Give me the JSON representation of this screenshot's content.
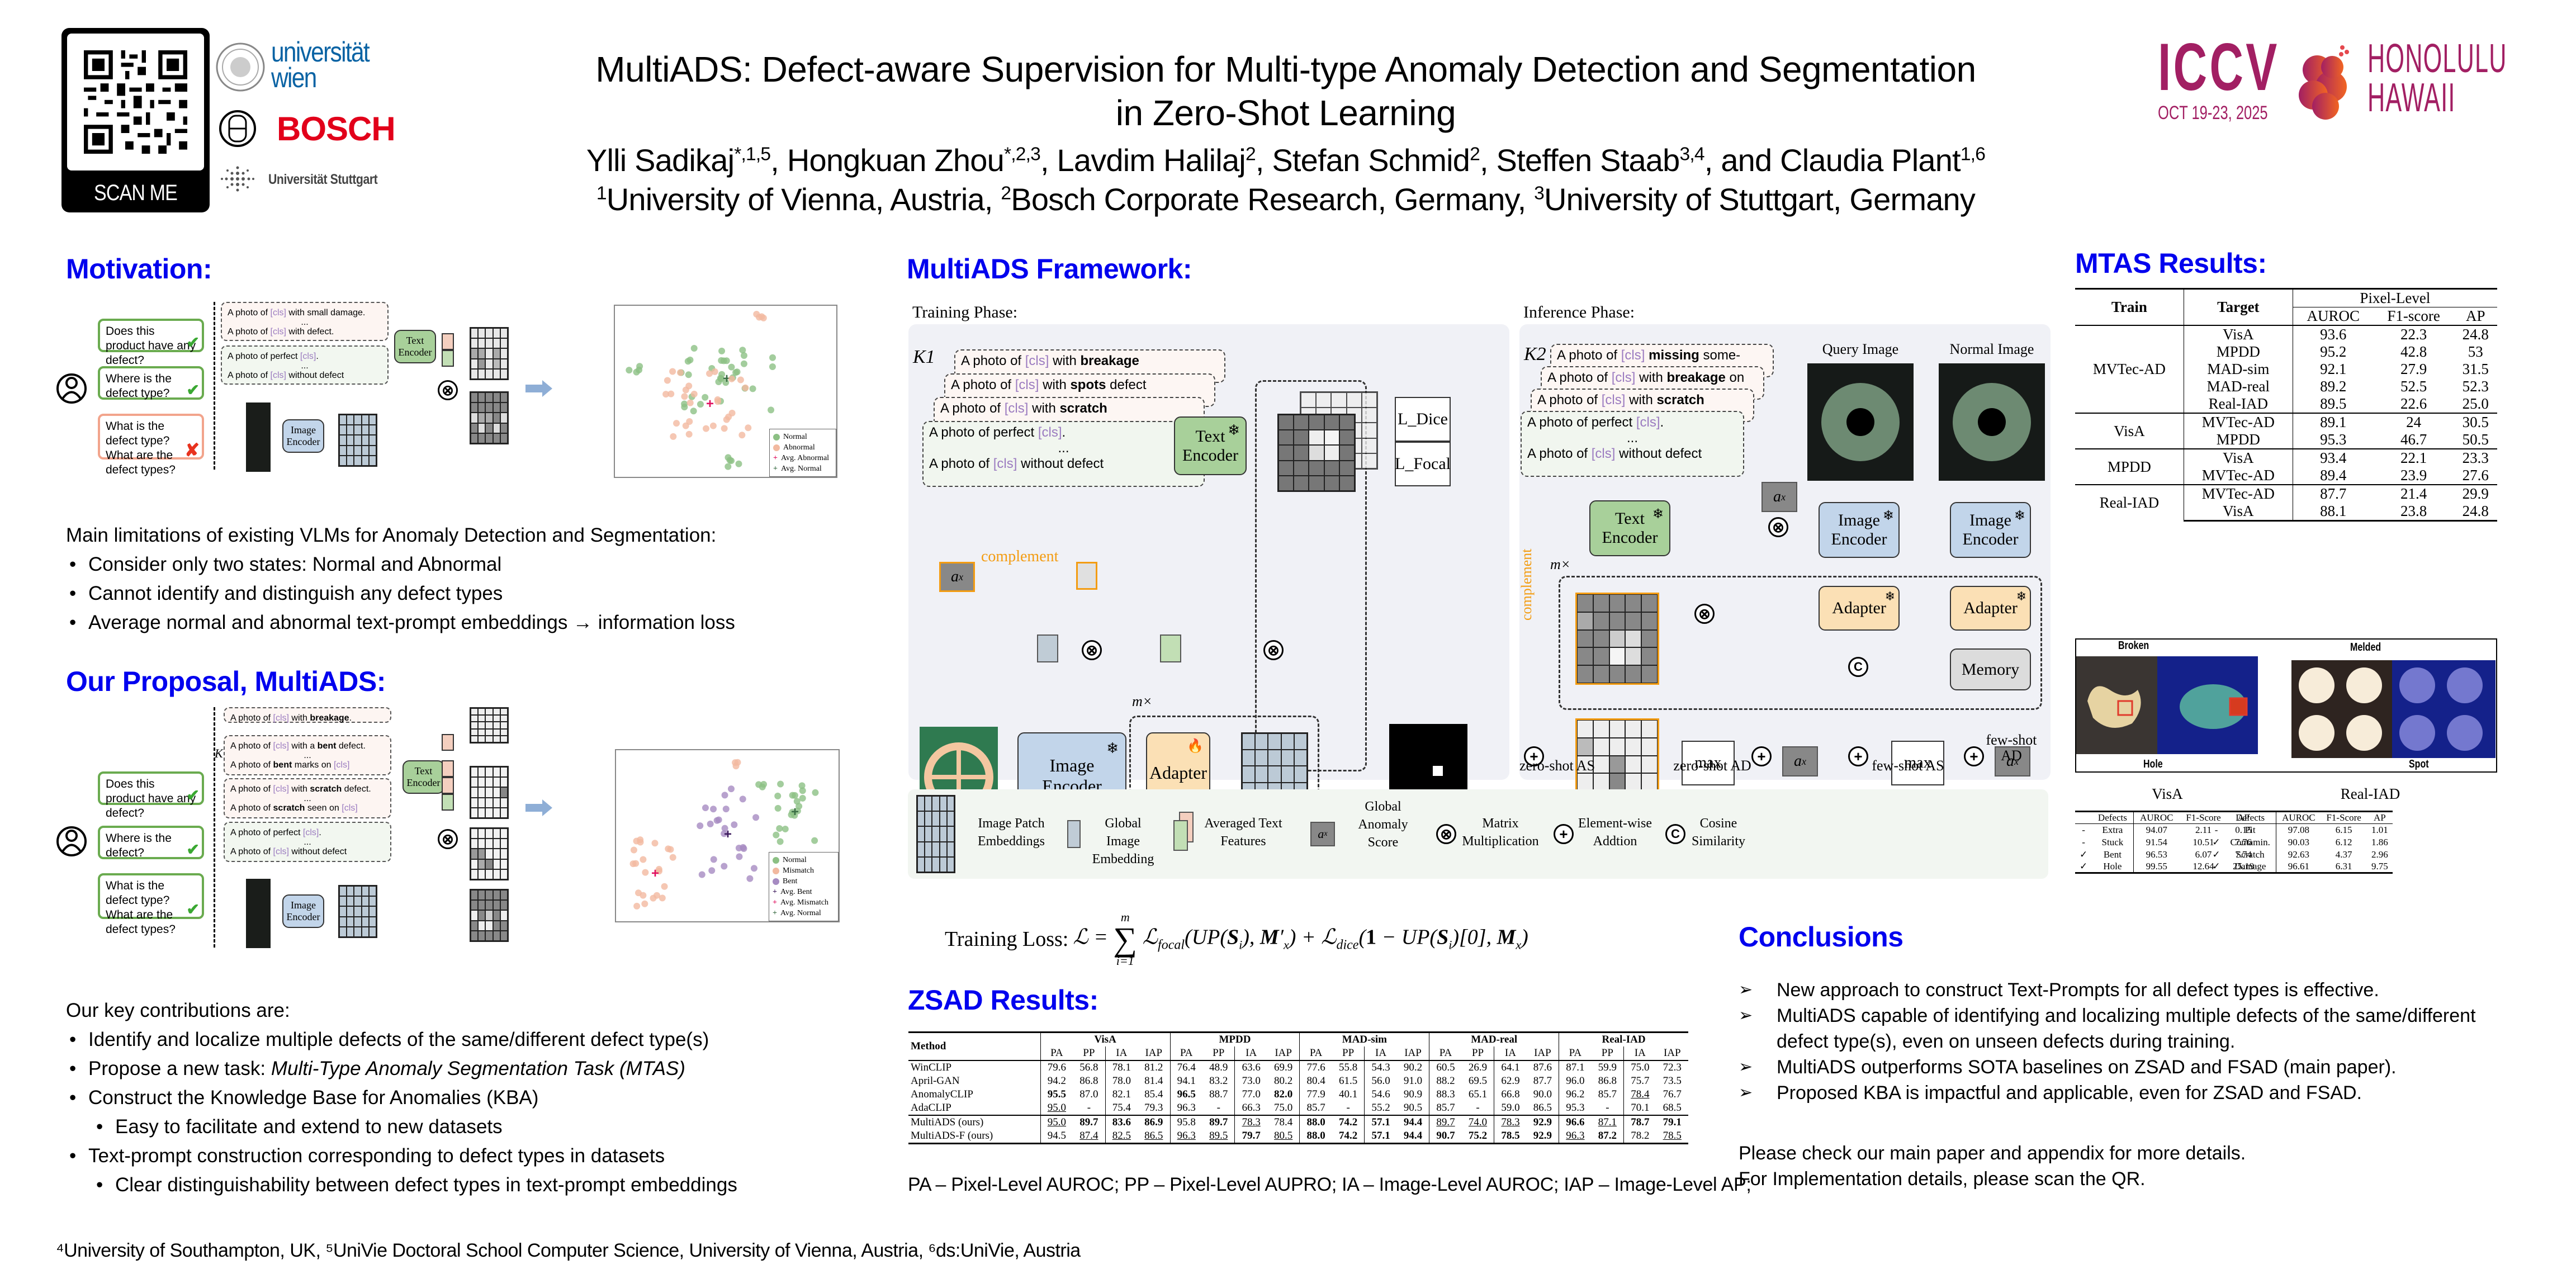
{
  "header": {
    "qr_label": "SCAN ME",
    "logos": {
      "vienna": "universität wien",
      "vienna_line1": "universität",
      "vienna_line2": "wien",
      "bosch": "BOSCH",
      "stuttgart": "Universität Stuttgart"
    },
    "title_line1": "MultiADS: Defect-aware Supervision for Multi-type Anomaly Detection and Segmentation",
    "title_line2": "in Zero-Shot Learning",
    "authors": [
      {
        "name": "Ylli Sadikaj",
        "sup": "*,1,5"
      },
      {
        "name": "Hongkuan Zhou",
        "sup": "*,2,3"
      },
      {
        "name": "Lavdim Halilaj",
        "sup": "2"
      },
      {
        "name": "Stefan Schmid",
        "sup": "2"
      },
      {
        "name": "Steffen Staab",
        "sup": "3,4"
      },
      {
        "name": "Claudia Plant",
        "sup": "1,6"
      }
    ],
    "authors_and": "and",
    "affiliations": [
      {
        "sup": "1",
        "name": "University of Vienna, Austria"
      },
      {
        "sup": "2",
        "name": "Bosch Corporate Research, Germany"
      },
      {
        "sup": "3",
        "name": "University of Stuttgart, Germany"
      }
    ],
    "conference": {
      "name": "ICCV",
      "dates": "OCT 19-23, 2025",
      "city": "HONOLULU",
      "state": "HAWAII"
    }
  },
  "motivation": {
    "title": "Motivation:",
    "questions": [
      {
        "text": "Does this product have any defect?",
        "status": "check"
      },
      {
        "text": "Where is the defect type?",
        "status": "check"
      },
      {
        "text": "What is the defect type? What are the defect types?",
        "status": "cross"
      }
    ],
    "abnormal_prompts": [
      "A photo of [cls] with small damage.",
      "...",
      "A photo of [cls] with defect."
    ],
    "normal_prompts": [
      "A photo of perfect [cls].",
      "...",
      "A photo of [cls] without defect"
    ],
    "text_encoder": "Text Encoder",
    "image_encoder": "Image Encoder",
    "scatter_legend": [
      "Normal",
      "Abnormal",
      "Avg. Abnormal",
      "Avg. Normal"
    ],
    "limitations_intro": "Main limitations of existing VLMs for Anomaly Detection and Segmentation:",
    "limitations": [
      "Consider only two states: Normal and Abnormal",
      "Cannot identify and distinguish any defect types",
      "Average normal and abnormal text-prompt embeddings → information loss"
    ]
  },
  "proposal": {
    "title": "Our Proposal, MultiADS:",
    "questions": [
      {
        "text": "Does this product have any defect?",
        "status": "check"
      },
      {
        "text": "Where is the defect?",
        "status": "check"
      },
      {
        "text": "What is the defect type? What are the defect types?",
        "status": "check"
      }
    ],
    "prompt_groups": [
      [
        "A photo of [cls] with breakage."
      ],
      [
        "A photo of [cls] with a bent defect.",
        "...",
        "A photo of bent marks on [cls]"
      ],
      [
        "A photo of [cls] with scratch defect.",
        "...",
        "A photo of scratch seen on [cls]"
      ]
    ],
    "normal_prompts": [
      "A photo of perfect [cls].",
      "...",
      "A photo of [cls] without defect"
    ],
    "k_label": "K",
    "text_encoder": "Text Encoder",
    "image_encoder": "Image Encoder",
    "scatter_legend": [
      "Normal",
      "Mismatch",
      "Bent",
      "Avg. Bent",
      "Avg. Mismatch",
      "Avg. Normal"
    ],
    "contributions_intro": "Our key contributions are:",
    "contributions": [
      {
        "text": "Identify and localize multiple defects of the same/different defect type(s)",
        "level": 0
      },
      {
        "text": "Propose a new task: ",
        "italic": "Multi-Type Anomaly Segmentation Task (MTAS)",
        "level": 0
      },
      {
        "text": "Construct the Knowledge Base for Anomalies (KBA)",
        "level": 0
      },
      {
        "text": "Easy to facilitate and extend to new datasets",
        "level": 1
      },
      {
        "text": "Text-prompt construction corresponding to defect types in datasets",
        "level": 0
      },
      {
        "text": "Clear distinguishability between defect types in text-prompt embeddings",
        "level": 1
      }
    ]
  },
  "footer_affiliations": "⁴University of Southampton, UK, ⁵UniVie Doctoral School Computer Science, University of Vienna, Austria, ⁶ds:UniVie, Austria",
  "framework": {
    "title": "MultiADS Framework:",
    "training": {
      "label": "Training Phase:",
      "k_label": "K1",
      "prompts": [
        {
          "pre": "A photo of ",
          "cls": "[cls]",
          "mid": " with ",
          "bold": "breakage",
          "post": ""
        },
        {
          "pre": "A photo of ",
          "cls": "[cls]",
          "mid": " with ",
          "bold": "spots",
          "post": " defect"
        },
        {
          "pre": "A photo of ",
          "cls": "[cls]",
          "mid": " with ",
          "bold": "scratch",
          "post": ""
        }
      ],
      "normal_prompts": [
        "A photo of perfect [cls].",
        "...",
        "A photo of [cls] without defect"
      ],
      "text_encoder": "Text Encoder",
      "image_encoder": "Image Encoder",
      "adapter": "Adapter",
      "complement": "complement",
      "ax": "a",
      "m_times": "m×",
      "loss_dice": "L_Dice",
      "loss_focal": "L_Focal"
    },
    "inference": {
      "label": "Inference Phase:",
      "k_label": "K2",
      "prompts": [
        {
          "pre": "A photo of ",
          "cls": "[cls]",
          "mid": " ",
          "bold": "missing",
          "post": " some-"
        },
        {
          "pre": "A photo of ",
          "cls": "[cls]",
          "mid": " with ",
          "bold": "breakage",
          "post": " on"
        },
        {
          "pre": "A photo of ",
          "cls": "[cls]",
          "mid": " with ",
          "bold": "scratch",
          "post": ""
        }
      ],
      "normal_prompts": [
        "A photo of perfect [cls].",
        "...",
        "A photo of [cls] without defect"
      ],
      "query_image": "Query Image",
      "normal_image": "Normal Image",
      "text_encoder": "Text Encoder",
      "image_encoder": "Image Encoder",
      "adapter": "Adapter",
      "memory": "Memory",
      "max": "max",
      "m_times": "m×",
      "complement": "complement",
      "outputs": [
        "zero-shot AS",
        "zero-shot AD",
        "few-shot AS",
        "few-shot AD"
      ]
    },
    "legend": [
      {
        "icon": "patch-grid",
        "label": "Image Patch Embeddings"
      },
      {
        "icon": "global-embedding",
        "label": "Global Image Embedding"
      },
      {
        "icon": "text-features",
        "label": "Averaged Text Features"
      },
      {
        "icon": "anomaly-score",
        "label": "Global Anomaly Score"
      },
      {
        "icon": "matrix-mult",
        "label": "Matrix Multiplication"
      },
      {
        "icon": "element-add",
        "label": "Element-wise Addtion"
      },
      {
        "icon": "cosine-sim",
        "label": "Cosine Similarity"
      }
    ],
    "training_loss_label": "Training Loss:"
  },
  "zsad": {
    "title": "ZSAD Results:",
    "method_header": "Method",
    "datasets": [
      "VisA",
      "MPDD",
      "MAD-sim",
      "MAD-real",
      "Real-IAD"
    ],
    "metrics": [
      "PA",
      "PP",
      "IA",
      "IAP"
    ],
    "baselines": [
      {
        "method": "WinCLIP",
        "values": [
          "79.6",
          "56.8",
          "78.1",
          "81.2",
          "76.4",
          "48.9",
          "63.6",
          "69.9",
          "77.6",
          "55.8",
          "54.3",
          "90.2",
          "60.5",
          "26.9",
          "64.1",
          "87.6",
          "87.1",
          "59.9",
          "75.0",
          "72.3"
        ]
      },
      {
        "method": "April-GAN",
        "values": [
          "94.2",
          "86.8",
          "78.0",
          "81.4",
          "94.1",
          "83.2",
          "73.0",
          "80.2",
          "80.4",
          "61.5",
          "56.0",
          "91.0",
          "88.2",
          "69.5",
          "62.9",
          "87.7",
          "96.0",
          "86.8",
          "75.7",
          "73.5"
        ]
      },
      {
        "method": "AnomalyCLIP",
        "values": [
          "95.5",
          "87.0",
          "82.1",
          "85.4",
          "96.5",
          "88.7",
          "77.0",
          "82.0",
          "77.9",
          "40.1",
          "54.6",
          "90.9",
          "88.3",
          "65.1",
          "66.8",
          "90.0",
          "96.2",
          "85.7",
          "78.4",
          "76.7"
        ]
      },
      {
        "method": "AdaCLIP",
        "values": [
          "95.0",
          "-",
          "75.4",
          "79.3",
          "96.3",
          "-",
          "66.3",
          "75.0",
          "85.7",
          "-",
          "55.2",
          "90.5",
          "85.7",
          "-",
          "59.0",
          "86.5",
          "95.3",
          "-",
          "70.1",
          "68.5"
        ]
      }
    ],
    "ours": [
      {
        "method": "MultiADS (ours)",
        "values": [
          "95.0",
          "89.7",
          "83.6",
          "86.9",
          "95.8",
          "89.7",
          "78.3",
          "78.4",
          "88.0",
          "74.2",
          "57.1",
          "94.4",
          "89.7",
          "74.0",
          "78.3",
          "92.9",
          "96.6",
          "87.1",
          "78.7",
          "79.1"
        ]
      },
      {
        "method": "MultiADS-F (ours)",
        "values": [
          "94.5",
          "87.4",
          "82.5",
          "86.5",
          "96.3",
          "89.5",
          "79.7",
          "80.5",
          "88.0",
          "74.2",
          "57.1",
          "94.4",
          "90.7",
          "75.2",
          "78.5",
          "92.9",
          "96.3",
          "87.2",
          "78.2",
          "78.5"
        ]
      }
    ],
    "bold_cells": {
      "AnomalyCLIP": [
        0,
        4,
        7
      ],
      "MultiADS (ours)": [
        1,
        2,
        3,
        5,
        8,
        9,
        10,
        11,
        15,
        16,
        18,
        19
      ],
      "MultiADS-F (ours)": [
        6,
        8,
        9,
        10,
        11,
        12,
        13,
        14,
        15,
        17
      ]
    },
    "underline_cells": {
      "AnomalyCLIP": [
        18
      ],
      "AdaCLIP": [
        0
      ],
      "MultiADS (ours)": [
        0,
        6,
        12,
        13,
        14,
        17
      ],
      "MultiADS-F (ours)": [
        1,
        2,
        3,
        4,
        5,
        7,
        16,
        19
      ]
    },
    "abbrev_note": "PA – Pixel-Level AUROC; PP – Pixel-Level AUPRO; IA – Image-Level AUROC; IAP – Image-Level AP;"
  },
  "mtas": {
    "title": "MTAS Results:",
    "headers": {
      "train": "Train",
      "target": "Target",
      "group": "Pixel-Level",
      "metrics": [
        "AUROC",
        "F1-score",
        "AP"
      ]
    },
    "groups": [
      {
        "train": "MVTec-AD",
        "rows": [
          {
            "target": "VisA",
            "values": [
              "93.6",
              "22.3",
              "24.8"
            ]
          },
          {
            "target": "MPDD",
            "values": [
              "95.2",
              "42.8",
              "53"
            ]
          },
          {
            "target": "MAD-sim",
            "values": [
              "92.1",
              "27.9",
              "31.5"
            ]
          },
          {
            "target": "MAD-real",
            "values": [
              "89.2",
              "52.5",
              "52.3"
            ]
          },
          {
            "target": "Real-IAD",
            "values": [
              "89.5",
              "22.6",
              "25.0"
            ]
          }
        ]
      },
      {
        "train": "VisA",
        "rows": [
          {
            "target": "MVTec-AD",
            "values": [
              "89.1",
              "24",
              "30.5"
            ]
          },
          {
            "target": "MPDD",
            "values": [
              "95.3",
              "46.7",
              "50.5"
            ]
          }
        ]
      },
      {
        "train": "MPDD",
        "rows": [
          {
            "target": "VisA",
            "values": [
              "93.4",
              "22.1",
              "23.3"
            ]
          },
          {
            "target": "MVTec-AD",
            "values": [
              "89.4",
              "23.9",
              "27.6"
            ]
          }
        ]
      },
      {
        "train": "Real-IAD",
        "rows": [
          {
            "target": "MVTec-AD",
            "values": [
              "87.7",
              "21.4",
              "29.9"
            ]
          },
          {
            "target": "VisA",
            "values": [
              "88.1",
              "23.8",
              "24.8"
            ]
          }
        ]
      }
    ],
    "example_labels": {
      "visa": [
        "Broken",
        "Hole"
      ],
      "realiad": [
        "Melded",
        "Spot"
      ]
    },
    "defect_tables": [
      {
        "caption": "VisA",
        "headers": [
          "",
          "Defects",
          "AUROC",
          "F1-Score",
          "AP"
        ],
        "rows": [
          {
            "mark": "-",
            "defect": "Extra",
            "values": [
              "94.07",
              "2.11",
              "0.15"
            ]
          },
          {
            "mark": "-",
            "defect": "Stuck",
            "values": [
              "91.54",
              "10.51",
              "7.76"
            ]
          },
          {
            "mark": "✓",
            "defect": "Bent",
            "values": [
              "96.53",
              "6.07",
              "7.74"
            ]
          },
          {
            "mark": "✓",
            "defect": "Hole",
            "values": [
              "99.55",
              "12.64",
              "25.19"
            ]
          }
        ]
      },
      {
        "caption": "Real-IAD",
        "headers": [
          "",
          "Defects",
          "AUROC",
          "F1-Score",
          "AP"
        ],
        "rows": [
          {
            "mark": "-",
            "defect": "Pit",
            "values": [
              "97.08",
              "6.15",
              "1.01"
            ]
          },
          {
            "mark": "✓",
            "defect": "Contamin.",
            "values": [
              "90.03",
              "6.12",
              "1.86"
            ]
          },
          {
            "mark": "✓",
            "defect": "Scratch",
            "values": [
              "92.63",
              "4.37",
              "2.96"
            ]
          },
          {
            "mark": "✓",
            "defect": "Damage",
            "values": [
              "96.61",
              "6.31",
              "9.75"
            ]
          }
        ]
      }
    ]
  },
  "conclusions": {
    "title": "Conclusions",
    "items": [
      "New approach to construct Text-Prompts for all defect types is effective.",
      "MultiADS capable of identifying and localizing multiple defects of the same/different defect type(s), even on unseen defects during training.",
      "MultiADS outperforms SOTA baselines on ZSAD and FSAD (main paper).",
      "Proposed KBA is impactful and applicable, even for ZSAD and FSAD."
    ],
    "note_1": "Please check our main paper and appendix for more details.",
    "note_2": "For Implementation details, please scan the QR."
  },
  "colors": {
    "section_title": "#0000ee",
    "text_encoder": "#a8d09a",
    "image_encoder": "#c2d5ea",
    "adapter": "#fbe0b5",
    "complement": "#f39c12",
    "check": "#3aa832",
    "cross": "#e8321e",
    "iccv_magenta": "#a21f63",
    "bosch_red": "#e2001a",
    "vienna_blue": "#0a63a4"
  }
}
